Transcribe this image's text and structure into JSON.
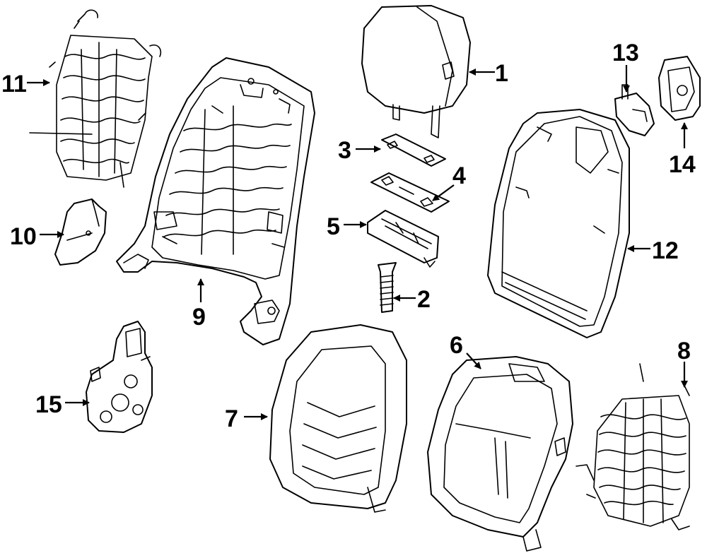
{
  "callouts": {
    "c1": "1",
    "c2": "2",
    "c3": "3",
    "c4": "4",
    "c5": "5",
    "c6": "6",
    "c7": "7",
    "c8": "8",
    "c9": "9",
    "c10": "10",
    "c11": "11",
    "c12": "12",
    "c13": "13",
    "c14": "14",
    "c15": "15"
  },
  "colors": {
    "ink": "#000000",
    "background": "#ffffff"
  }
}
